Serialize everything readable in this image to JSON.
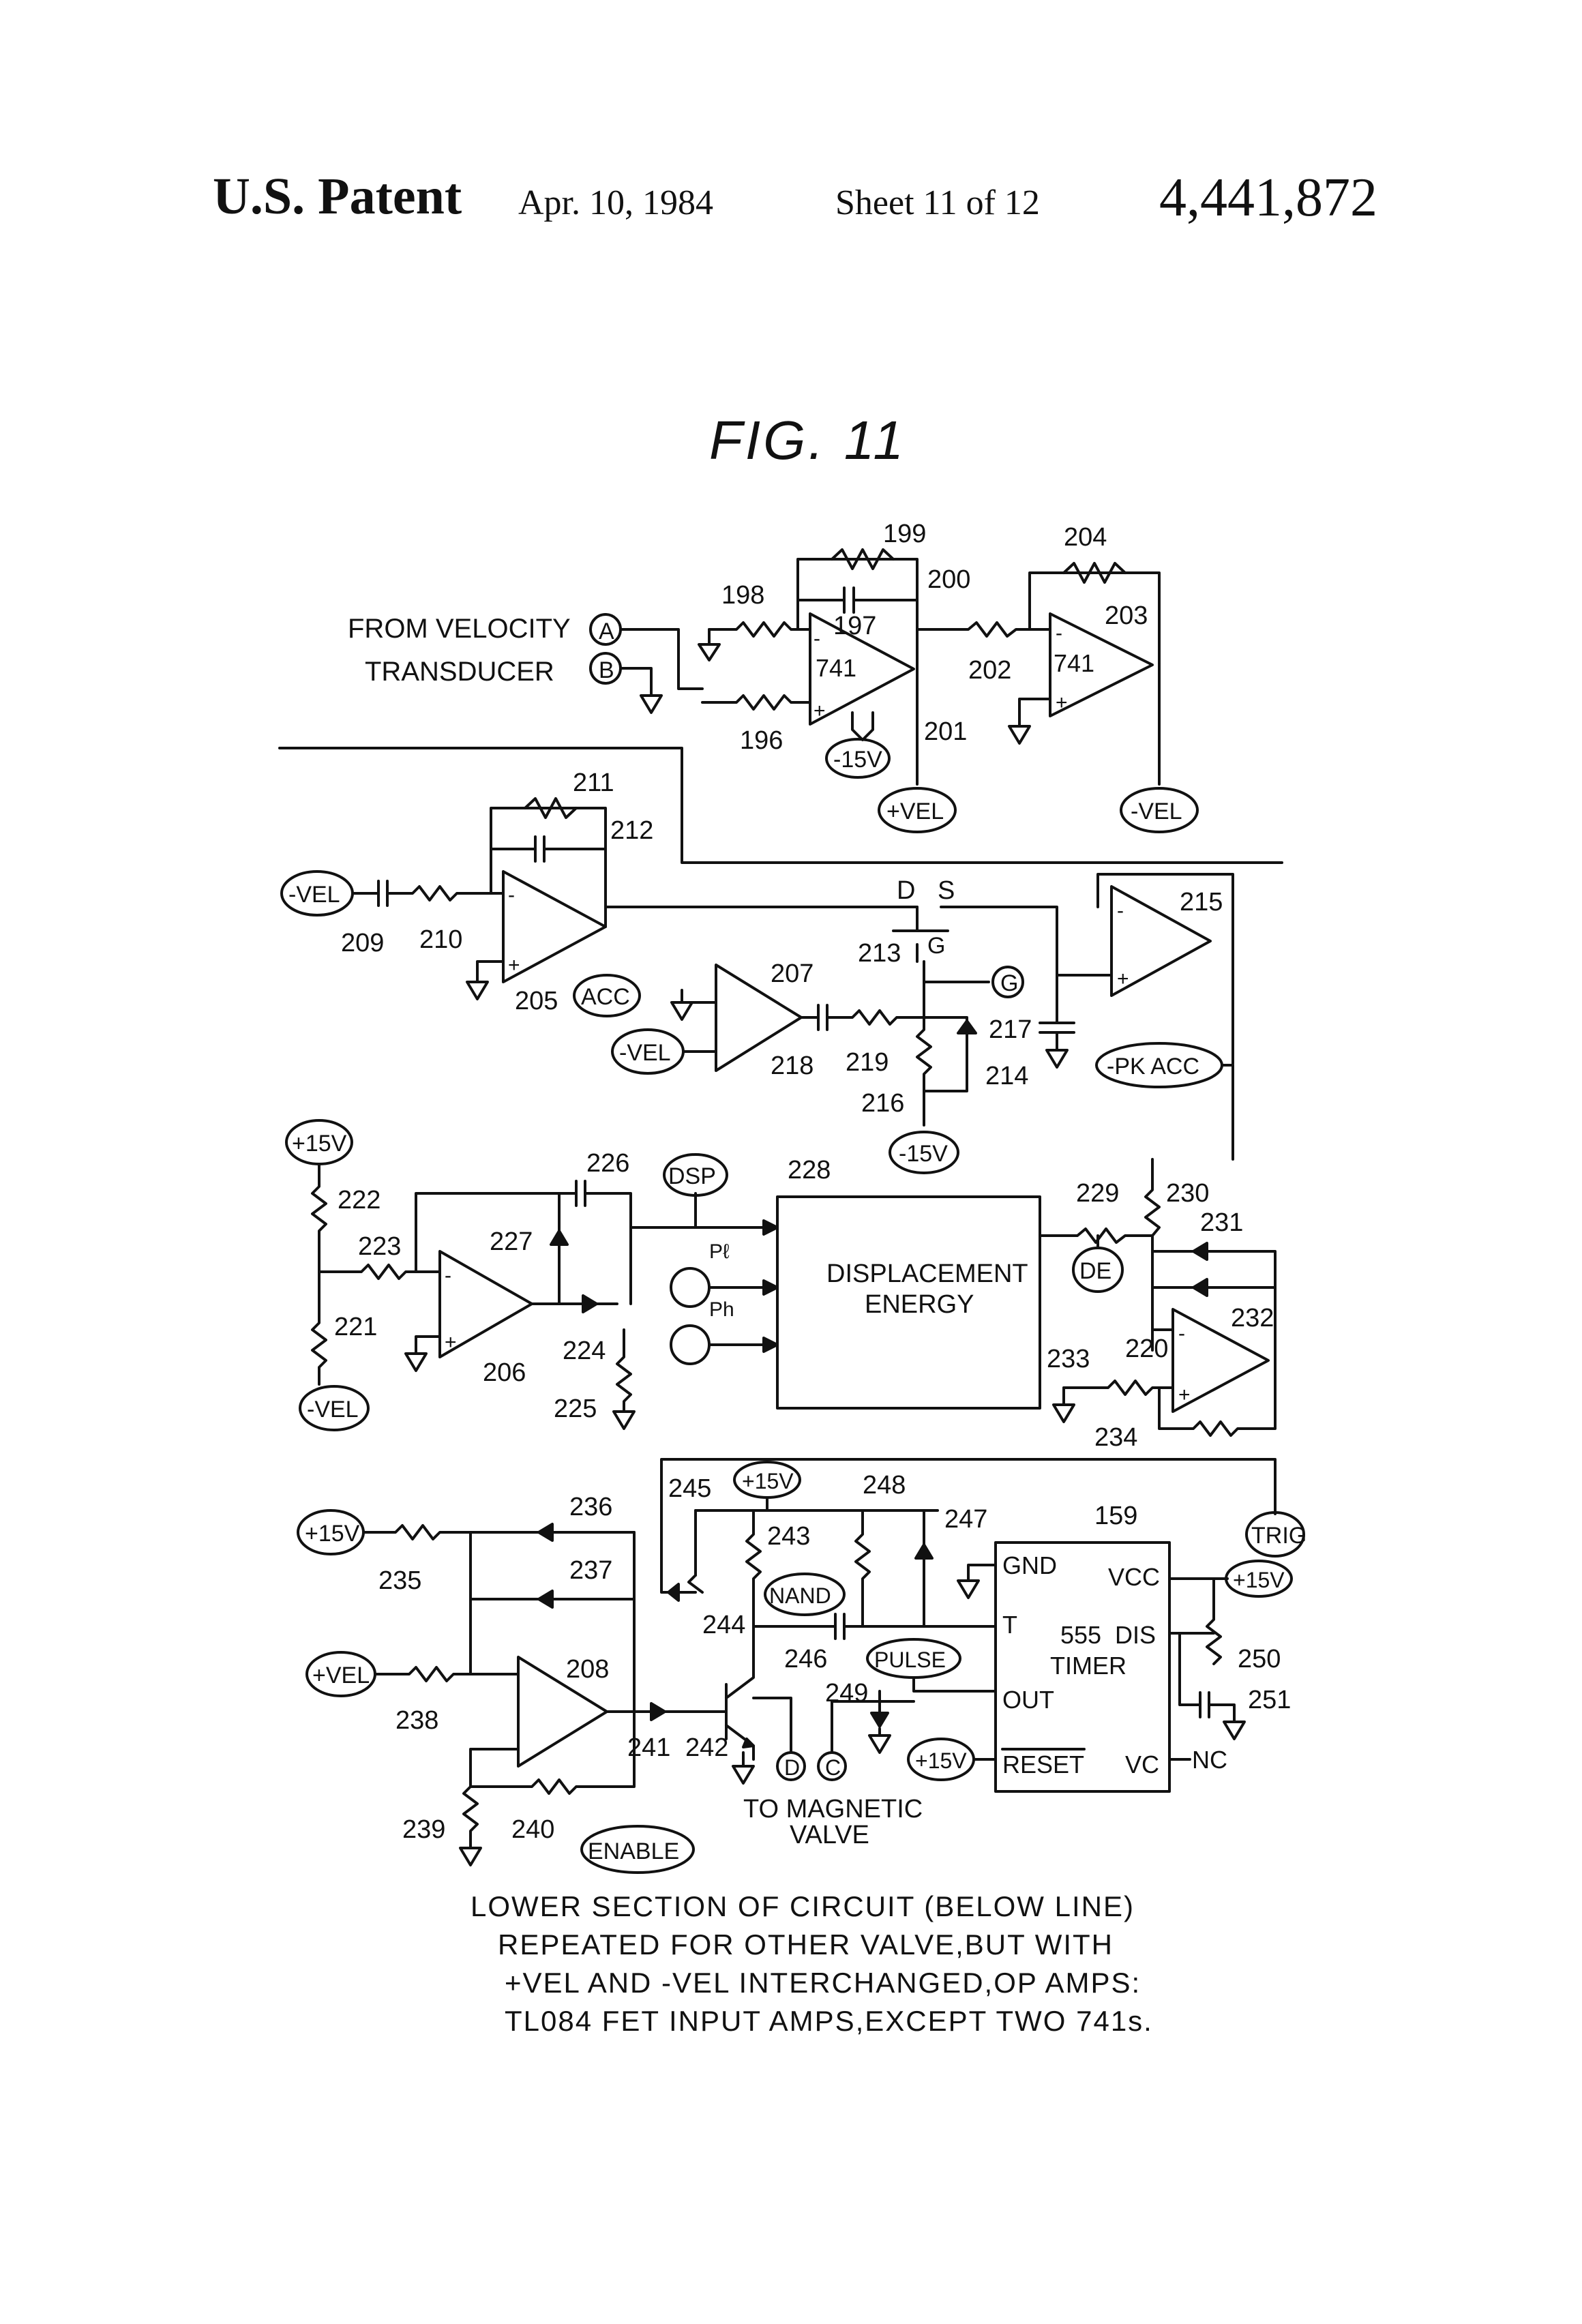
{
  "header": {
    "title": "U.S. Patent",
    "date": "Apr. 10, 1984",
    "sheet": "Sheet 11 of 12",
    "patent_number": "4,441,872"
  },
  "figure": {
    "label": "FIG. 11",
    "source_text_1": "FROM VELOCITY",
    "source_text_2": "TRANSDUCER",
    "terminals": {
      "A": "A",
      "B": "B",
      "C": "C",
      "D": "D",
      "G": "G",
      "plus_vel": "+VEL",
      "minus_vel": "-VEL",
      "minus_vel_b": "-VEL",
      "minus_vel_c": "-VEL",
      "minus_vel_d": "-VEL",
      "plus_vel_b": "+VEL",
      "minus15_a": "-15V",
      "minus15_b": "-15V",
      "plus15_a": "+15V",
      "plus15_b": "+15V",
      "plus15_c": "+15V",
      "plus15_d": "+15V",
      "plus15_e": "+15V",
      "acc": "ACC",
      "pk_acc": "-PK ACC",
      "dsp": "DSP",
      "de": "DE",
      "trig": "TRIG",
      "nand": "NAND",
      "pulse": "PULSE",
      "enable": "ENABLE",
      "p_l": "Pℓ",
      "p_h": "Ph"
    },
    "chip_labels": {
      "op741_a": "741",
      "op741_b": "741",
      "fet_d": "D",
      "fet_s": "S",
      "fet_g": "G",
      "disp_1": "DISPLACEMENT",
      "disp_2": "ENERGY",
      "timer_1": "555",
      "timer_2": "TIMER",
      "gnd": "GND",
      "vcc": "VCC",
      "dis": "DIS",
      "t": "T",
      "out": "OUT",
      "reset": "RESET",
      "vc": "VC",
      "nc": "NC",
      "to_valve_1": "TO MAGNETIC",
      "to_valve_2": "VALVE"
    },
    "refs": {
      "r159": "159",
      "r196": "196",
      "r197": "197",
      "r198": "198",
      "r199": "199",
      "r200": "200",
      "r201": "201",
      "r202": "202",
      "r203": "203",
      "r204": "204",
      "r205": "205",
      "r206": "206",
      "r207": "207",
      "r208": "208",
      "r209": "209",
      "r210": "210",
      "r211": "211",
      "r212": "212",
      "r213": "213",
      "r214": "214",
      "r215": "215",
      "r216": "216",
      "r217": "217",
      "r218": "218",
      "r219": "219",
      "r220": "220",
      "r221": "221",
      "r222": "222",
      "r223": "223",
      "r224": "224",
      "r225": "225",
      "r226": "226",
      "r227": "227",
      "r228": "228",
      "r229": "229",
      "r230": "230",
      "r231": "231",
      "r232": "232",
      "r233": "233",
      "r234": "234",
      "r235": "235",
      "r236": "236",
      "r237": "237",
      "r238": "238",
      "r239": "239",
      "r240": "240",
      "r241": "241",
      "r242": "242",
      "r243": "243",
      "r244": "244",
      "r245": "245",
      "r246": "246",
      "r247": "247",
      "r248": "248",
      "r249": "249",
      "r250": "250",
      "r251": "251"
    },
    "note_lines": [
      "LOWER SECTION OF CIRCUIT (BELOW LINE)",
      "REPEATED FOR OTHER VALVE,BUT WITH",
      "+VEL AND -VEL INTERCHANGED,OP AMPS:",
      "TL084 FET INPUT AMPS,EXCEPT TWO 741s."
    ]
  }
}
